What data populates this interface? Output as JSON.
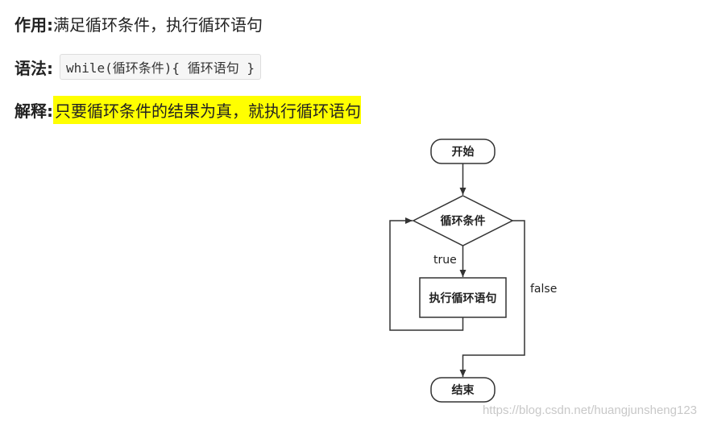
{
  "lines": [
    {
      "label": "作用:",
      "text": "满足循环条件，执行循环语句"
    },
    {
      "label": "语法:",
      "code": "while(循环条件){ 循环语句 }"
    },
    {
      "label": "解释:",
      "text": "只要循环条件的结果为真，就执行循环语句"
    }
  ],
  "flowchart": {
    "start": "开始",
    "condition": "循环条件",
    "statement": "执行循环语句",
    "end": "结束",
    "true_label": "true",
    "false_label": "false"
  },
  "watermark": "https://blog.csdn.net/huangjunsheng123",
  "colors": {
    "highlight": "#ffff00"
  }
}
